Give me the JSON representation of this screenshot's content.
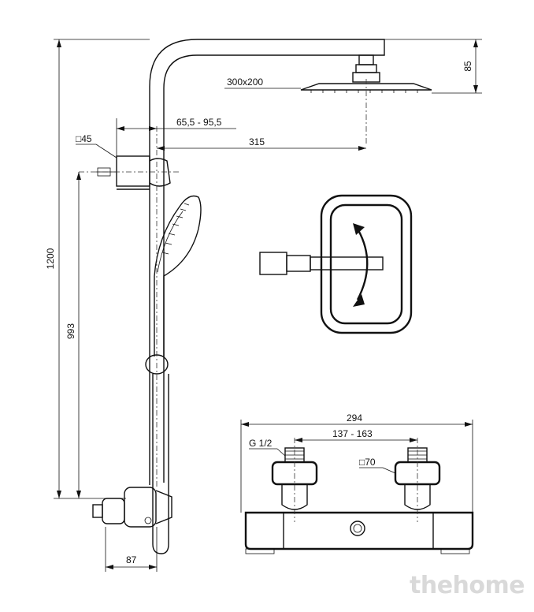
{
  "dimensions": {
    "total_height": "1200",
    "head_drop": "85",
    "head_size": "300x200",
    "arm_adjust": "65,5 - 95,5",
    "arm_reach": "315",
    "bracket_square": "□45",
    "slider_height": "993",
    "wall_offset": "87",
    "mixer_width": "294",
    "connection_spacing": "137 - 163",
    "thread": "G 1/2",
    "eccentric_square": "□70"
  },
  "watermark": "thehome",
  "icons": [
    "rotation-arrow-icon"
  ]
}
